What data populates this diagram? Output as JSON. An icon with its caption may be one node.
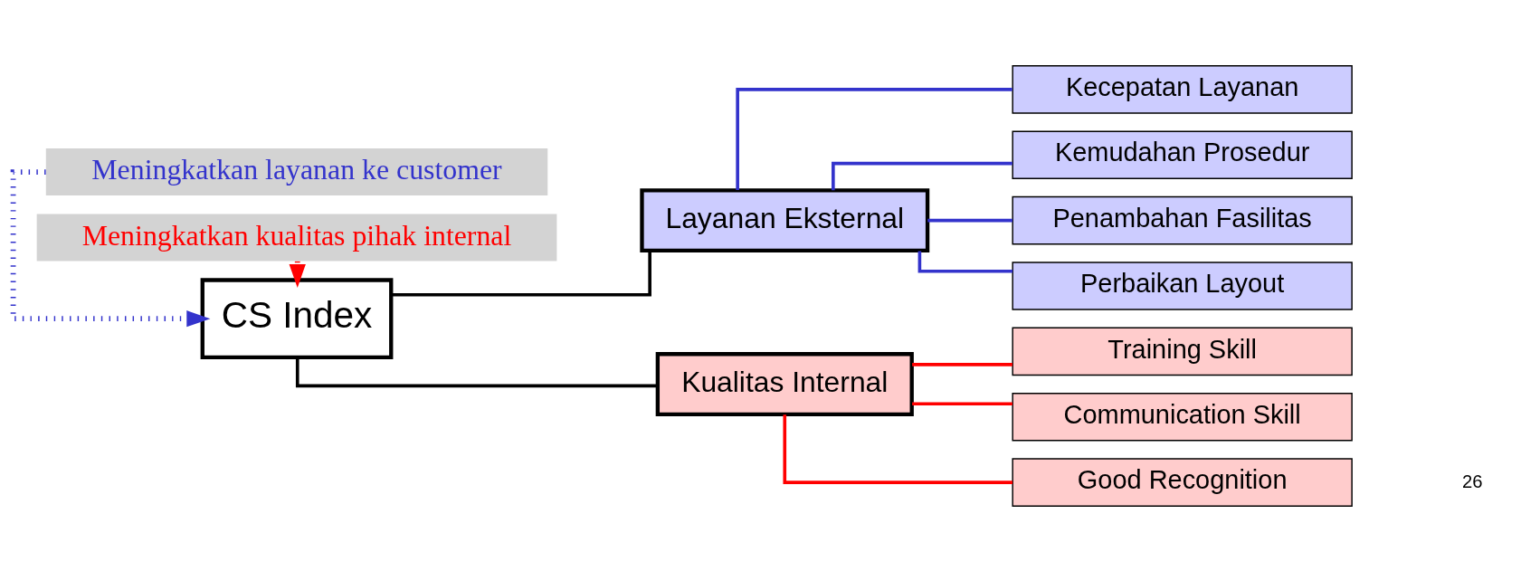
{
  "diagram": {
    "nodes": [
      {
        "text": [
          "Meningkatkan layanan ke customer"
        ]
      },
      {
        "text": [
          "CS Index"
        ]
      },
      {
        "text": [
          "Layanan Eksternal"
        ]
      },
      {
        "text": [
          "Kualitas Internal"
        ]
      },
      {
        "text": [
          "Kecepatan Layanan"
        ]
      },
      {
        "text": [
          "Kemudahan Prosedur"
        ]
      },
      {
        "text": [
          "Penambahan Fasilitas"
        ]
      },
      {
        "text": [
          "Perbaikan Layout"
        ]
      },
      {
        "text": [
          "Training Skill"
        ]
      },
      {
        "text": [
          "Communication Skill"
        ]
      },
      {
        "text": [
          "Good Recognition"
        ]
      },
      {
        "text": [
          "Meningkatkan kualitas pihak internal"
        ]
      }
    ],
    "edges": [
      {
        "from": 0,
        "to": 1,
        "arrow": "to",
        "style": "dashed",
        "color": "#3333cc"
      },
      {
        "from": 11,
        "to": 1,
        "arrow": "to",
        "style": "dashed",
        "color": "#ff0000"
      },
      {
        "from": 1,
        "to": 2,
        "arrow": "none",
        "color": "#000000"
      },
      {
        "from": 1,
        "to": 3,
        "arrow": "none",
        "color": "#000000"
      },
      {
        "from": 2,
        "to": 4,
        "arrow": "none"
      },
      {
        "from": 2,
        "to": 5,
        "arrow": "none"
      },
      {
        "from": 2,
        "to": 6,
        "arrow": "none"
      },
      {
        "from": 2,
        "to": 7,
        "arrow": "none"
      },
      {
        "from": 3,
        "to": 8,
        "arrow": "none",
        "color": "#ff0000"
      },
      {
        "from": 3,
        "to": 9,
        "arrow": "none",
        "color": "#ff0000"
      },
      {
        "from": 3,
        "to": 10,
        "arrow": "none",
        "color": "#ff0000"
      }
    ],
    "labels": [
      "26"
    ]
  }
}
